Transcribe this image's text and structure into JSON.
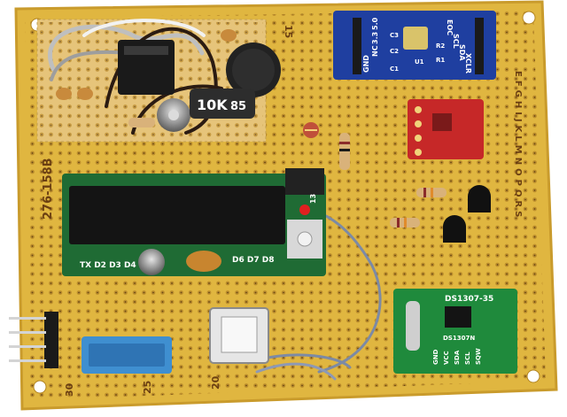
{
  "photo": {
    "subject": "perfboard electronics project",
    "colors": {
      "background": "#ffffff",
      "board": "#e0b640",
      "board_edge": "#c99b2c",
      "solder_pad": "#b98a2a",
      "blue_module": "#1f3fa0",
      "red_module": "#c62828",
      "green_pcb": "#1f8a3c",
      "black_ic": "#1a1a1a",
      "dht_sensor": "#3f8fd0"
    },
    "board_labels": {
      "part_number": "276-158B",
      "col_15": "15",
      "col_20": "20",
      "col_25": "25",
      "col_30": "30",
      "row_letters": "EFGHIJKLMNOPQRS",
      "resistor_10k": "10K",
      "resistor_85": "85"
    },
    "blue_module": {
      "pins_left": [
        "GND",
        "NC",
        "3.3",
        "5.0"
      ],
      "pins_right": [
        "XCLR",
        "SDA",
        "SCL",
        "EOC"
      ],
      "parts": [
        "C1",
        "C2",
        "C3",
        "U1",
        "R1",
        "R2"
      ]
    },
    "green_module": {
      "title": "DS1307-35",
      "chip": "DS1307N",
      "pins": [
        "GND",
        "VCC",
        "SDA",
        "SCL",
        "SQW"
      ]
    },
    "arduino_board": {
      "pins_bottom": "TX D2 D3 D4",
      "pins_right": "D6 D7 D8",
      "pin_top": "13"
    }
  }
}
